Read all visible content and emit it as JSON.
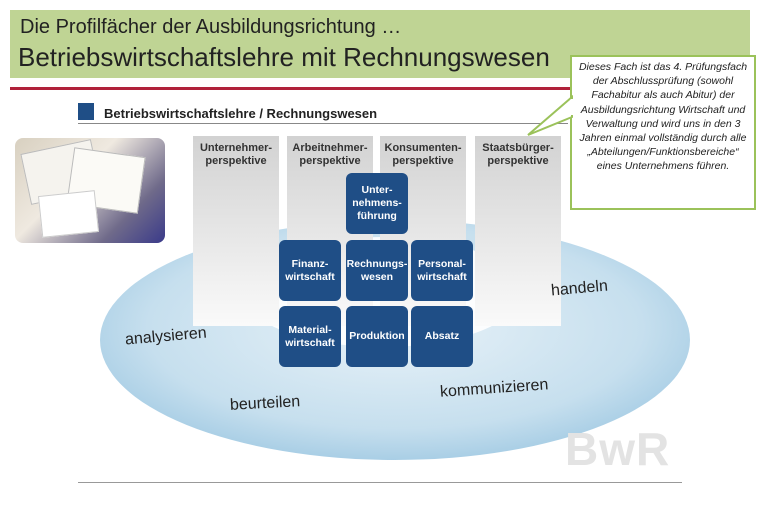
{
  "header": {
    "title_line1": "Die Profilfächer der Ausbildungsrichtung …",
    "title_line2": "Betriebswirtschaftslehre mit Rechnungswesen"
  },
  "callout": {
    "text": "Dieses Fach ist das 4. Prüfungsfach der Abschlussprüfung (sowohl Fachabitur als auch Abitur) der Ausbildungsrichtung Wirtschaft und Verwaltung und wird uns in den 3 Jahren einmal vollständig durch alle „Abteilungen/Funktionsbereiche“ eines Unternehmens führen."
  },
  "subtitle": "Betriebswirtschaftslehre / Rechnungswesen",
  "columns": [
    "Unternehmer-\nperspektive",
    "Arbeitnehmer-\nperspektive",
    "Konsumenten-\nperspektive",
    "Staatsbürger-\nperspektive"
  ],
  "tiles": {
    "top": "Unter-\nnehmens-\nführung",
    "finanz": "Finanz-\nwirtschaft",
    "rechnung": "Rechnungs-\nwesen",
    "personal": "Personal-\nwirtschaft",
    "material": "Material-\nwirtschaft",
    "produktion": "Produktion",
    "absatz": "Absatz"
  },
  "words": {
    "analysieren": "analysieren",
    "beurteilen": "beurteilen",
    "kommunizieren": "kommunizieren",
    "handeln": "handeln"
  },
  "watermark": "BwR",
  "colors": {
    "header_bg": "#bfd494",
    "accent_red": "#b0213a",
    "tile_blue": "#1f4e86",
    "callout_border": "#9bc25a"
  }
}
